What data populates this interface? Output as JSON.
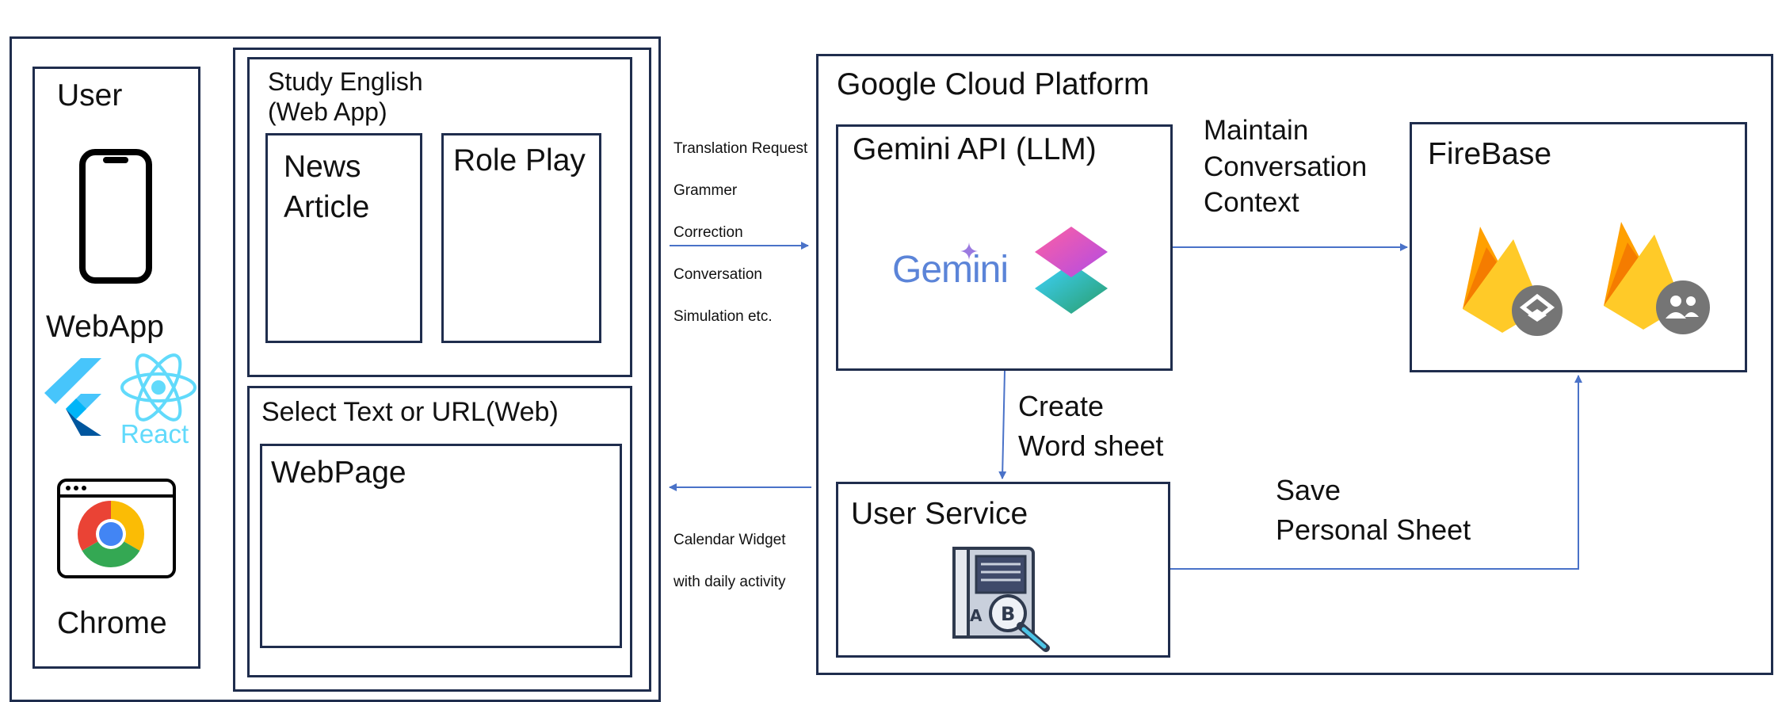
{
  "user_panel": {
    "title": "User",
    "webapp_label": "WebApp",
    "react_label": "React",
    "chrome_label": "Chrome",
    "icons": [
      "smartphone-icon",
      "flutter-icon",
      "react-icon",
      "chrome-icon"
    ]
  },
  "webapp_panel": {
    "title_line1": "Study English",
    "title_line2": "(Web App)",
    "news_line1": "News",
    "news_line2": "Article",
    "roleplay": "Role Play",
    "select_label": "Select Text or URL(Web)",
    "webpage": "WebPage"
  },
  "requests": {
    "lines": [
      "Translation Request",
      "Grammer",
      "Correction",
      "Conversation",
      "Simulation etc."
    ]
  },
  "responses": {
    "lines": [
      "Calendar Widget",
      "with daily activity"
    ]
  },
  "gcp": {
    "title": "Google Cloud Platform",
    "gemini_api": "Gemini API (LLM)",
    "gemini_logo": "Gemini",
    "maintain_lines": [
      "Maintain",
      "Conversation",
      "Context"
    ],
    "firebase": "FireBase",
    "create_lines": [
      "Create",
      "Word sheet"
    ],
    "user_service": "User Service",
    "save_lines": [
      "Save",
      "Personal Sheet"
    ]
  },
  "colors": {
    "border": "#1f2d4d",
    "arrow": "#4a72c8"
  }
}
